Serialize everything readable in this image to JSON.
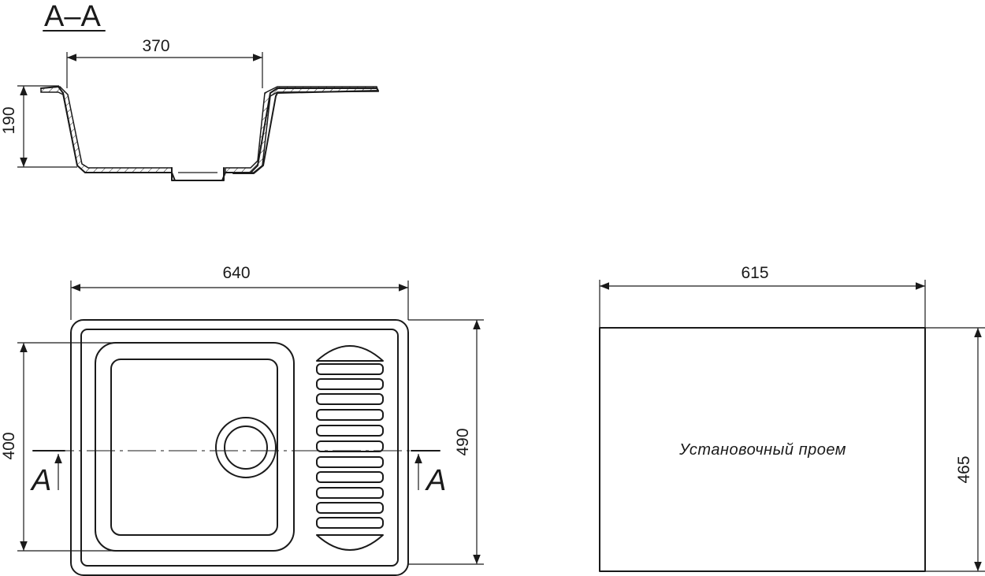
{
  "section": {
    "title": "А–А",
    "dim_width": "370",
    "dim_height": "190"
  },
  "top_view": {
    "dim_width": "640",
    "dim_bowl_height": "400",
    "dim_height": "490",
    "section_mark_left": "А",
    "section_mark_right": "А"
  },
  "cutout": {
    "dim_width": "615",
    "dim_height": "465",
    "label": "Установочный проем"
  }
}
